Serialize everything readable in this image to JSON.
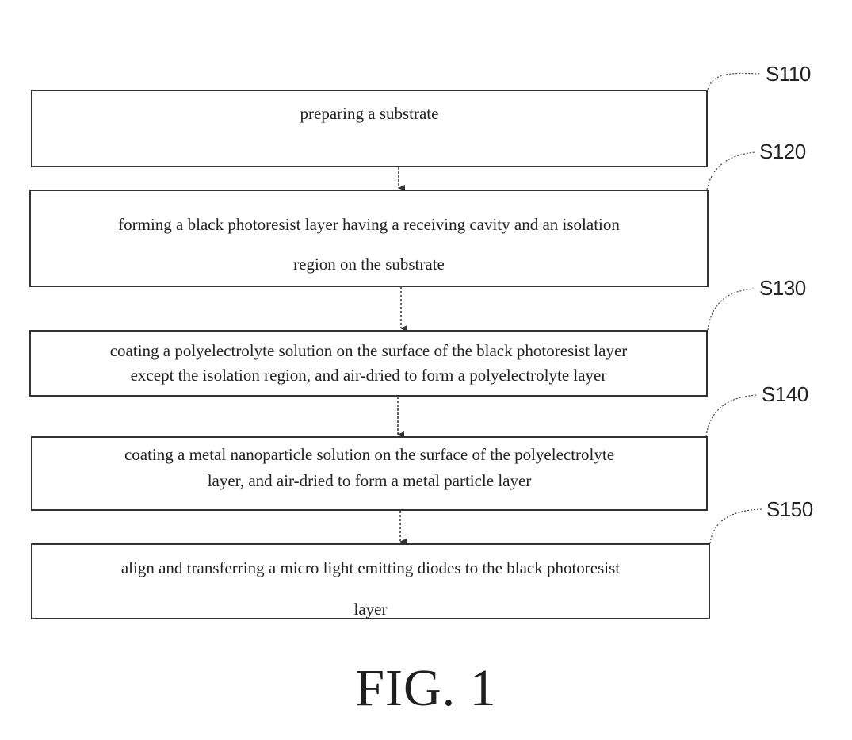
{
  "steps": [
    {
      "id": "S110",
      "lines": [
        "preparing a substrate"
      ]
    },
    {
      "id": "S120",
      "lines": [
        "forming a black photoresist layer having a receiving cavity and an isolation",
        "region on the substrate"
      ]
    },
    {
      "id": "S130",
      "lines": [
        "coating a polyelectrolyte solution on the surface of the black photoresist layer",
        "except the isolation region, and air-dried to form a polyelectrolyte layer"
      ]
    },
    {
      "id": "S140",
      "lines": [
        "coating a metal nanoparticle solution on the surface of the polyelectrolyte",
        "layer, and air-dried to form a metal particle layer"
      ]
    },
    {
      "id": "S150",
      "lines": [
        "align and transferring a micro light emitting diodes to the black photoresist",
        "layer"
      ]
    }
  ],
  "caption": "FIG. 1"
}
